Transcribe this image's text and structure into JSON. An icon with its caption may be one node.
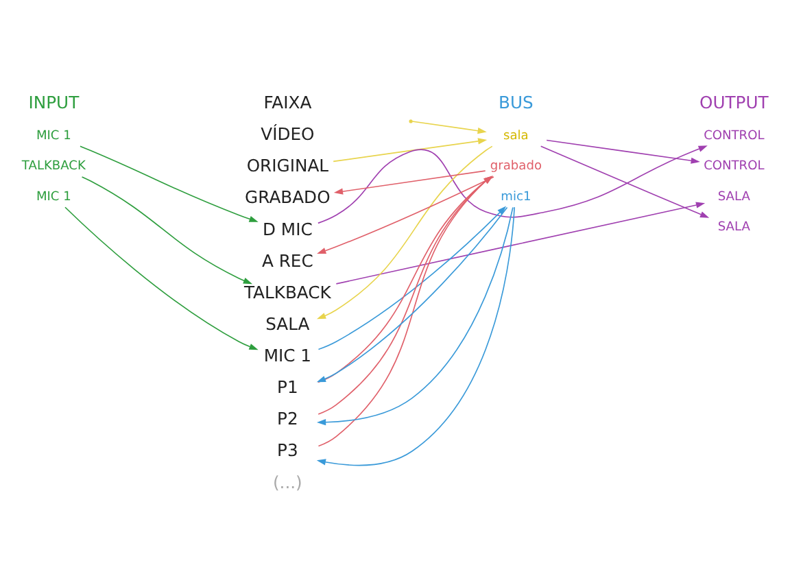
{
  "diagram": {
    "nodes": [
      {
        "text": [
          "MIC 1"
        ]
      },
      {
        "text": [
          "TALKBACK"
        ]
      },
      {
        "text": [
          "MIC 1"
        ]
      },
      {
        "text": [
          "VÍDEO"
        ]
      },
      {
        "text": [
          "ORIGINAL"
        ]
      },
      {
        "text": [
          "GRABADO"
        ]
      },
      {
        "text": [
          "D MIC"
        ]
      },
      {
        "text": [
          "A REC"
        ]
      },
      {
        "text": [
          "TALKBACK"
        ]
      },
      {
        "text": [
          "SALA"
        ]
      },
      {
        "text": [
          "MIC 1"
        ]
      },
      {
        "text": [
          "P1"
        ]
      },
      {
        "text": [
          "P2"
        ]
      },
      {
        "text": [
          "P3"
        ]
      },
      {
        "text": [
          "(...)"
        ]
      },
      {
        "text": [
          "sala"
        ]
      },
      {
        "text": [
          "grabado"
        ]
      },
      {
        "text": [
          "mic1"
        ]
      },
      {
        "text": [
          "CONTROL"
        ]
      },
      {
        "text": [
          "CONTROL"
        ]
      },
      {
        "text": [
          "SALA"
        ]
      },
      {
        "text": [
          "SALA"
        ]
      }
    ],
    "edges": [
      {
        "from": 0,
        "to": 6,
        "arrow": "to",
        "color": "#2e9e3e"
      },
      {
        "from": 1,
        "to": 8,
        "arrow": "to",
        "color": "#2e9e3e"
      },
      {
        "from": 2,
        "to": 10,
        "arrow": "to",
        "color": "#2e9e3e"
      },
      {
        "from": 4,
        "to": 15,
        "arrow": "to",
        "color": "#e8d44d"
      },
      {
        "from": null,
        "to": 15,
        "arrow": "to",
        "color": "#e8d44d"
      },
      {
        "from": 15,
        "to": 9,
        "arrow": "to",
        "color": "#e8d44d"
      },
      {
        "from": 16,
        "to": 5,
        "arrow": "to",
        "color": "#e0606a"
      },
      {
        "from": 16,
        "to": 7,
        "arrow": "to",
        "color": "#e0606a"
      },
      {
        "from": 11,
        "to": 16,
        "arrow": "to",
        "color": "#e0606a"
      },
      {
        "from": 12,
        "to": 16,
        "arrow": "to",
        "color": "#e0606a"
      },
      {
        "from": 13,
        "to": 16,
        "arrow": "to",
        "color": "#e0606a"
      },
      {
        "from": 6,
        "to": 18,
        "arrow": "to",
        "color": "#a040b0"
      },
      {
        "from": 15,
        "to": 19,
        "arrow": "to",
        "color": "#a040b0"
      },
      {
        "from": 8,
        "to": 20,
        "arrow": "to",
        "color": "#a040b0"
      },
      {
        "from": 15,
        "to": 21,
        "arrow": "to",
        "color": "#a040b0"
      },
      {
        "from": 10,
        "to": 17,
        "arrow": "to",
        "color": "#3a9ad9"
      },
      {
        "from": 17,
        "to": 11,
        "arrow": "to",
        "color": "#3a9ad9"
      },
      {
        "from": 17,
        "to": 12,
        "arrow": "to",
        "color": "#3a9ad9"
      },
      {
        "from": 17,
        "to": 13,
        "arrow": "to",
        "color": "#3a9ad9"
      }
    ],
    "labels": [
      "INPUT",
      "FAIXA",
      "BUS",
      "OUTPUT"
    ]
  }
}
